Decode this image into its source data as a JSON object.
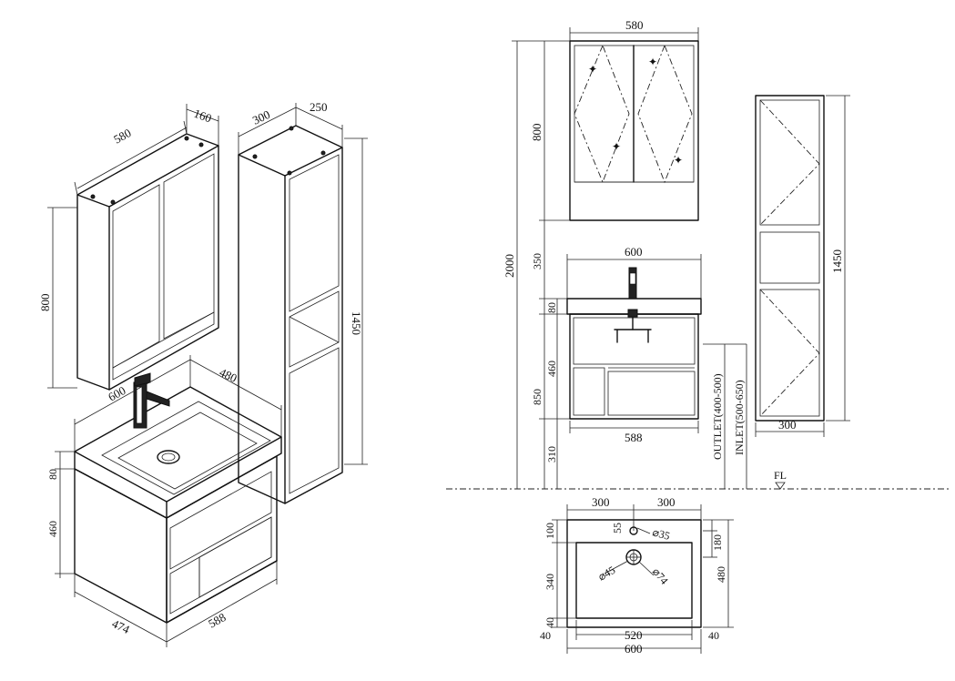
{
  "iso": {
    "mirror": {
      "width": "580",
      "depth": "160",
      "height": "800"
    },
    "column": {
      "width": "300",
      "depth": "250",
      "height": "1450"
    },
    "vanity": {
      "width": "600",
      "depth": "480",
      "top": "80",
      "body": "460",
      "side": "474",
      "bottom": "588"
    }
  },
  "front": {
    "mirror_width": "580",
    "mirror_height": "800",
    "total_height": "2000",
    "gap": "350",
    "vanity_width": "600",
    "top_thickness": "80",
    "cabinet_height": "460",
    "vanity_height": "850",
    "floor_gap": "310",
    "cabinet_width": "588",
    "outlet": "OUTLET(400-500)",
    "inlet": "INLET(500-650)",
    "floor": "FL"
  },
  "side": {
    "height": "1450",
    "width": "300"
  },
  "plan": {
    "left_half": "300",
    "right_half": "300",
    "top_margin": "100",
    "tap_offset": "55",
    "tap_hole": "⌀35",
    "tap_to_drain": "180",
    "drain": "⌀45",
    "drain_outer": "⌀74",
    "basin_depth": "340",
    "total_depth": "480",
    "bottom_margin": "40",
    "left_margin": "40",
    "right_margin": "40",
    "inner_width": "520",
    "outer_width": "600"
  }
}
